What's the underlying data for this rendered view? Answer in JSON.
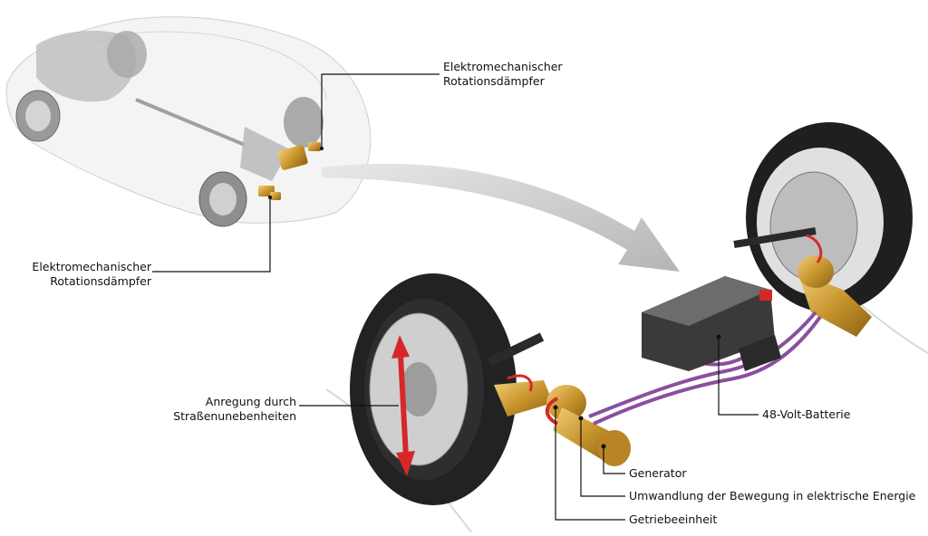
{
  "diagram": {
    "title": "Elektromechanischer Rotationsdämpfer – System overview",
    "colors": {
      "background": "#ffffff",
      "leader_line": "#111111",
      "arrow": "#bdbdbd",
      "component_gold": "#c9962e",
      "motion_arrow_red": "#d62828",
      "cable_purple": "#8a4fa0",
      "tire": "#2a2a2a",
      "battery": "#3a3a3a",
      "car_body": "#f2f2f2"
    },
    "labels": {
      "damper_top": {
        "line1": "Elektromechanischer",
        "line2": "Rotationsdämpfer"
      },
      "damper_left": {
        "line1": "Elektromechanischer",
        "line2": "Rotationsdämpfer"
      },
      "road_excitation": {
        "line1": "Anregung durch",
        "line2": "Straßenunebenheiten"
      },
      "battery": "48-Volt-Batterie",
      "generator": "Generator",
      "conversion": "Umwandlung der Bewegung in elektrische Energie",
      "gear_unit": "Getriebeeinheit"
    },
    "icons": {
      "overview_car": "car-cutaway-illustration",
      "zoom_arrow": "curved-arrow",
      "excitation_arrow": "double-headed-vertical-arrow",
      "rotation_arrows": "rotation-arrows"
    }
  }
}
